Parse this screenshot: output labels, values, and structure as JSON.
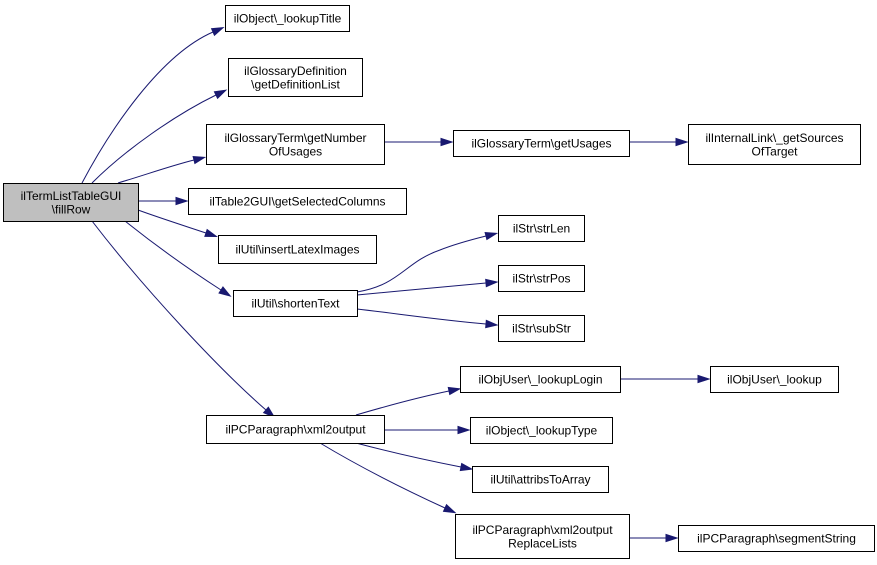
{
  "graph": {
    "edge_color": "#191970",
    "root_fill": "#bfbfbf",
    "node_fill": "#ffffff",
    "nodes": [
      {
        "id": "n0",
        "lines": [
          "ilTermListTableGUI",
          "\\fillRow"
        ],
        "root": true
      },
      {
        "id": "n1",
        "lines": [
          "ilObject\\_lookupTitle"
        ]
      },
      {
        "id": "n2",
        "lines": [
          "ilGlossaryDefinition",
          "\\getDefinitionList"
        ]
      },
      {
        "id": "n3",
        "lines": [
          "ilGlossaryTerm\\getNumber",
          "OfUsages"
        ]
      },
      {
        "id": "n4",
        "lines": [
          "ilTable2GUI\\getSelectedColumns"
        ]
      },
      {
        "id": "n5",
        "lines": [
          "ilUtil\\insertLatexImages"
        ]
      },
      {
        "id": "n6",
        "lines": [
          "ilUtil\\shortenText"
        ]
      },
      {
        "id": "n7",
        "lines": [
          "ilPCParagraph\\xml2output"
        ]
      },
      {
        "id": "n8",
        "lines": [
          "ilGlossaryTerm\\getUsages"
        ]
      },
      {
        "id": "n9",
        "lines": [
          "ilInternalLink\\_getSources",
          "OfTarget"
        ]
      },
      {
        "id": "n10",
        "lines": [
          "ilStr\\strLen"
        ]
      },
      {
        "id": "n11",
        "lines": [
          "ilStr\\strPos"
        ]
      },
      {
        "id": "n12",
        "lines": [
          "ilStr\\subStr"
        ]
      },
      {
        "id": "n13",
        "lines": [
          "ilObjUser\\_lookupLogin"
        ]
      },
      {
        "id": "n14",
        "lines": [
          "ilObject\\_lookupType"
        ]
      },
      {
        "id": "n15",
        "lines": [
          "ilUtil\\attribsToArray"
        ]
      },
      {
        "id": "n16",
        "lines": [
          "ilPCParagraph\\xml2output",
          "ReplaceLists"
        ]
      },
      {
        "id": "n17",
        "lines": [
          "ilObjUser\\_lookup"
        ]
      },
      {
        "id": "n18",
        "lines": [
          "ilPCParagraph\\segmentString"
        ]
      }
    ],
    "edges": [
      {
        "from": "n0",
        "to": "n1"
      },
      {
        "from": "n0",
        "to": "n2"
      },
      {
        "from": "n0",
        "to": "n3"
      },
      {
        "from": "n0",
        "to": "n4"
      },
      {
        "from": "n0",
        "to": "n5"
      },
      {
        "from": "n0",
        "to": "n6"
      },
      {
        "from": "n0",
        "to": "n7"
      },
      {
        "from": "n3",
        "to": "n8"
      },
      {
        "from": "n8",
        "to": "n9"
      },
      {
        "from": "n6",
        "to": "n10"
      },
      {
        "from": "n6",
        "to": "n11"
      },
      {
        "from": "n6",
        "to": "n12"
      },
      {
        "from": "n7",
        "to": "n13"
      },
      {
        "from": "n7",
        "to": "n14"
      },
      {
        "from": "n7",
        "to": "n15"
      },
      {
        "from": "n7",
        "to": "n16"
      },
      {
        "from": "n13",
        "to": "n17"
      },
      {
        "from": "n16",
        "to": "n18"
      }
    ]
  }
}
